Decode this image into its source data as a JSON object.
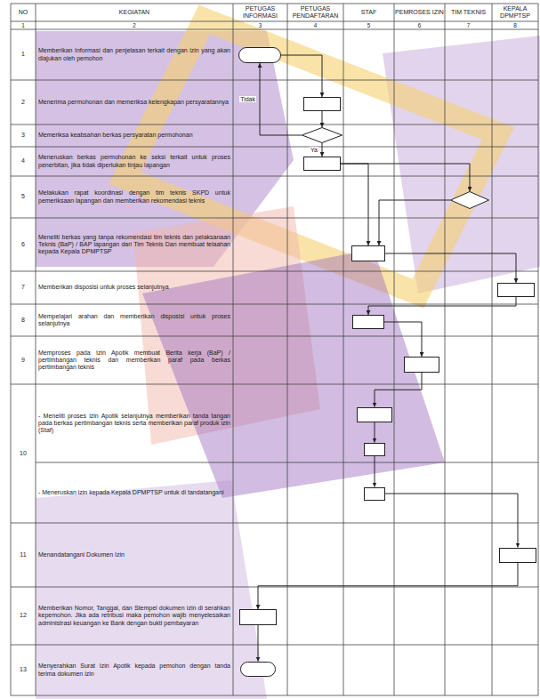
{
  "diagram": {
    "nodes": [
      {
        "text": []
      },
      {
        "text": []
      },
      {
        "text": []
      },
      {
        "text": []
      },
      {
        "text": []
      },
      {
        "text": []
      },
      {
        "text": []
      },
      {
        "text": []
      },
      {
        "text": []
      },
      {
        "text": []
      },
      {
        "text": []
      },
      {
        "text": []
      },
      {
        "text": []
      },
      {
        "text": []
      },
      {
        "text": []
      }
    ],
    "edges": [
      {
        "from": 0,
        "to": 1,
        "arrow": "to"
      },
      {
        "from": 1,
        "to": 2,
        "arrow": "to"
      },
      {
        "from": 2,
        "to": 0,
        "label": "Tidak",
        "arrow": "to"
      },
      {
        "from": 2,
        "to": 3,
        "label": "Ya",
        "arrow": "to"
      },
      {
        "from": 3,
        "to": 5,
        "arrow": "to"
      },
      {
        "from": 3,
        "to": 4,
        "arrow": "to"
      },
      {
        "from": 4,
        "to": 5,
        "arrow": "to"
      },
      {
        "from": 5,
        "to": 6,
        "arrow": "to"
      },
      {
        "from": 6,
        "to": 7,
        "arrow": "to"
      },
      {
        "from": 7,
        "to": 8,
        "arrow": "to"
      },
      {
        "from": 8,
        "to": 9,
        "arrow": "to"
      },
      {
        "from": 9,
        "to": 10,
        "arrow": "to"
      },
      {
        "from": 10,
        "to": 11,
        "arrow": "to"
      },
      {
        "from": 11,
        "to": 12,
        "arrow": "to"
      },
      {
        "from": 12,
        "to": 13,
        "arrow": "to"
      },
      {
        "from": 13,
        "to": 14,
        "arrow": "to"
      }
    ],
    "labels": [
      "NO",
      "KEGIATAN",
      "PETUGAS INFORMASI",
      "PETUGAS PENDAFTARAN",
      "STAF",
      "PEMROSES IZIN",
      "TIM TEKNIS",
      "KEPALA DPMPTSP",
      "1",
      "2",
      "3",
      "4",
      "5",
      "6",
      "7",
      "8",
      "1",
      "Memberikan Informasi dan penjelasan terkait dengan izin yang akan diajukan oleh pemohon",
      "2",
      "Menerima permohonan dan memeriksa kelengkapan persyaratannya",
      "3",
      "Memeriksa keabsahan berkas persyaratan permohonan",
      "4",
      "Meneruskan berkas permohonan ke seksi terkait untuk proses penerbitan, jika tidak diperlukan tinjau lapangan",
      "5",
      "Melakukan rapat koordinasi dengan tim teknis SKPD untuk pemeriksaan lapangan dan memberikan rekomendasi teknis",
      "6",
      "Meneliti berkas yang tanpa rekomendasi tim teknis dan pelaksanaan Teknis (BaP) / BAP lapangan dari Tim Teknis Dan membuat telaahan kepada Kepala DPMPTSP",
      "7",
      "Memberikan disposisi untuk proses selanjutnya",
      "8",
      "Mempelajari arahan dan memberikan disposisi untuk proses selanjutnya",
      "9",
      "Memproses pada Izin Apotik membuat Berita kerja (BaP) / pertimbangan teknis dan memberikan paraf pada berkas pertimbangan teknis",
      "10",
      "- Meneliti proses izin Apotik selanjutnya memberikan tanda tangan pada berkas pertimbangan teknis serta memberikan paraf produk izin (Staf)",
      "- Meneruskan izin kepada Kepala DPMPTSP untuk di tandatangani",
      "11",
      "Menandatangani Dokumen Izin",
      "12",
      "Memberikan Nomor, Tanggal, dan Stempel dokumen izin di serahkan kepemohon. Jika ada retribusi maka pemohon wajib menyelesaikan administrasi keuangan ke Bank dengan bukti pembayaran",
      "13",
      "Menyerahkan Surat Izin Apotik kepada pemohon dengan tanda terima dokumen izin"
    ]
  }
}
